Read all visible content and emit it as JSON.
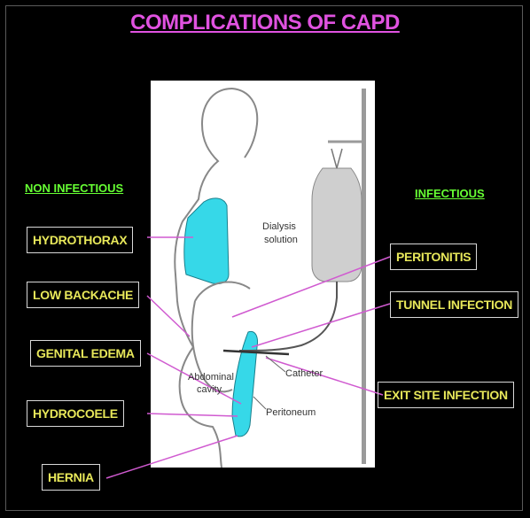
{
  "title": "COMPLICATIONS OF CAPD",
  "categories": {
    "non_infectious": "NON INFECTIOUS",
    "infectious": "INFECTIOUS"
  },
  "non_infectious_items": [
    "HYDROTHORAX",
    "LOW BACKACHE",
    "GENITAL EDEMA",
    "HYDROCOELE",
    "HERNIA"
  ],
  "infectious_items": [
    "PERITONITIS",
    "TUNNEL INFECTION",
    "EXIT SITE INFECTION"
  ],
  "diagram_labels": {
    "dialysis_solution_line1": "Dialysis",
    "dialysis_solution_line2": "solution",
    "abdominal_cavity_line1": "Abdominal",
    "abdominal_cavity_line2": "cavity",
    "catheter": "Catheter",
    "peritoneum": "Peritoneum"
  },
  "colors": {
    "title": "#e052e0",
    "category": "#66ff33",
    "box_text": "#e8e85a",
    "connector": "#d05ad0",
    "fluid": "#36d8e8",
    "bag": "#cfcfcf"
  }
}
